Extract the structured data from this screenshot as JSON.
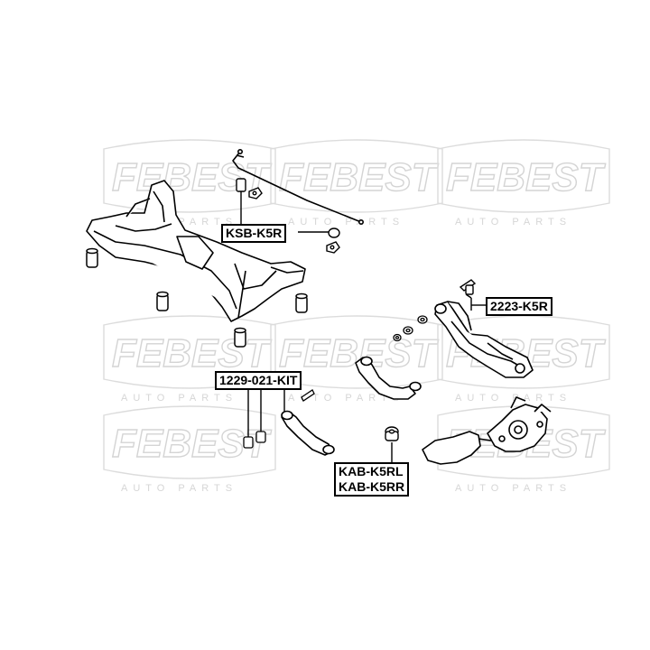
{
  "watermark": {
    "brand": "FEBEST",
    "subtitle": "AUTO PARTS"
  },
  "part_numbers": {
    "stabilizer_bushing": "KSB-K5R",
    "lower_arm": "2223-K5R",
    "lateral_link_kit": "1229-021-KIT",
    "knuckle_bushing_left": "KAB-K5RL",
    "knuckle_bushing_right": "KAB-K5RR"
  },
  "colors": {
    "line": "#000000",
    "watermark": "#d4d4d4",
    "background": "#ffffff"
  }
}
